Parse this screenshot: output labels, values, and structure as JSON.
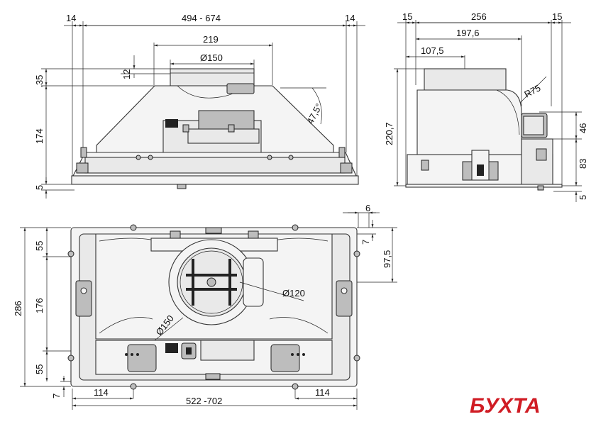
{
  "front_view": {
    "dim_side_left": "14",
    "dim_width_range": "494 - 674",
    "dim_side_right": "14",
    "dim_collar_width": "219",
    "dim_collar_diameter": "Ø150",
    "dim_collar_offset": "12",
    "dim_collar_height": "35",
    "dim_body_height": "174",
    "dim_base": "5",
    "dim_angle": "47,5°"
  },
  "side_view": {
    "dim_left_margin": "15",
    "dim_depth": "256",
    "dim_right_margin": "15",
    "dim_collar_depth": "197,6",
    "dim_collar_center": "107,5",
    "dim_radius": "R75",
    "dim_total_height": "220,7",
    "dim_connector_height": "46",
    "dim_lower_height": "83",
    "dim_base": "5"
  },
  "top_view": {
    "dim_collar_offset_h": "6",
    "dim_collar_offset_v": "7",
    "dim_collar_center": "97,5",
    "dim_total_depth": "286",
    "dim_front_margin": "55",
    "dim_middle": "176",
    "dim_rear_margin": "55",
    "dim_bottom_offset": "7",
    "dim_side_left": "114",
    "dim_width_range": "522 -702",
    "dim_side_right": "114",
    "dim_outlet_diameter": "Ø120",
    "dim_flange_diameter": "Ø150"
  },
  "logo": "БУХТА"
}
